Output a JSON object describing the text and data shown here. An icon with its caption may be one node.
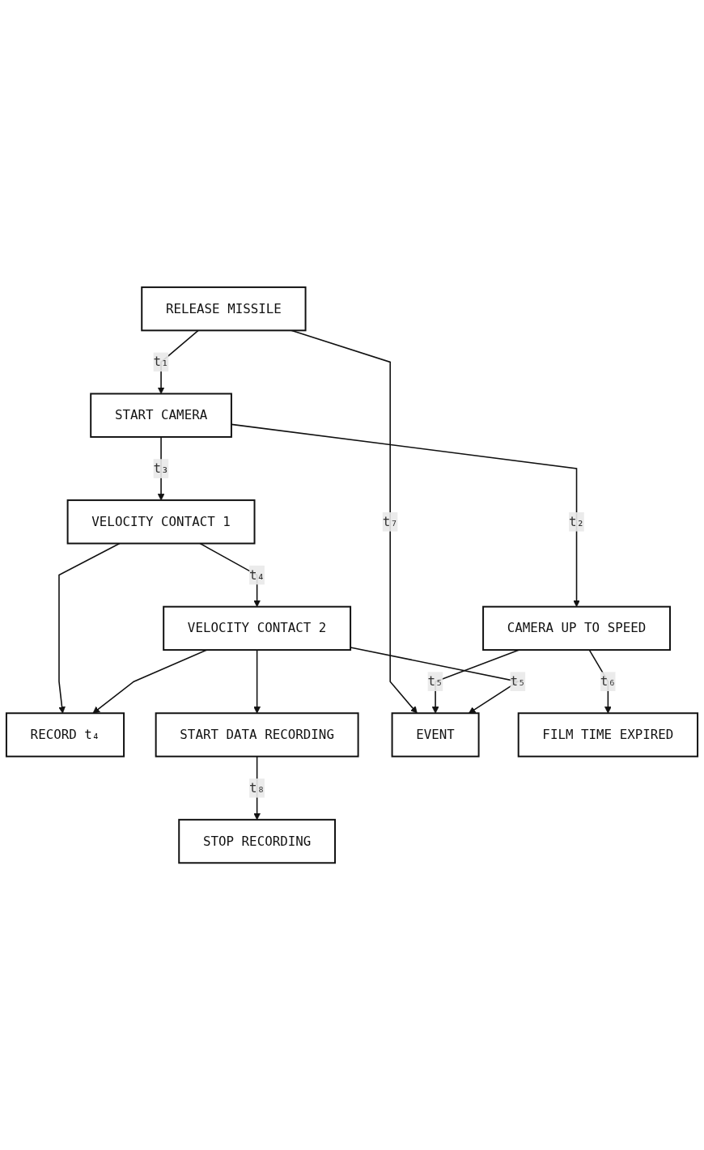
{
  "diagram": {
    "nodes": [
      {
        "text": [
          "RELEASE MISSILE"
        ]
      },
      {
        "text": [
          "START CAMERA"
        ]
      },
      {
        "text": [
          "VELOCITY CONTACT 1"
        ]
      },
      {
        "text": [
          "CAMERA UP TO SPEED"
        ]
      },
      {
        "text": [
          "RECORD t₄"
        ]
      },
      {
        "text": [
          "VELOCITY CONTACT 2"
        ]
      },
      {
        "text": [
          "START DATA RECORDING"
        ]
      },
      {
        "text": [
          "EVENT"
        ]
      },
      {
        "text": [
          "FILM TIME EXPIRED"
        ]
      },
      {
        "text": [
          "STOP RECORDING"
        ]
      }
    ],
    "edges": [
      {
        "from": 0,
        "to": 1,
        "arrow": "to",
        "label": "t₁"
      },
      {
        "from": 1,
        "to": 3,
        "arrow": "to",
        "label": "t₂"
      },
      {
        "from": 1,
        "to": 2,
        "arrow": "to",
        "label": "t₃"
      },
      {
        "from": 0,
        "to": 7,
        "arrow": "to",
        "label": "t₇"
      },
      {
        "from": 2,
        "to": 4,
        "arrow": "to"
      },
      {
        "from": 2,
        "to": 5,
        "arrow": "to",
        "label": "t₄"
      },
      {
        "from": 5,
        "to": 4,
        "arrow": "to"
      },
      {
        "from": 5,
        "to": 6,
        "arrow": "to"
      },
      {
        "from": 3,
        "to": 7,
        "arrow": "to",
        "label": "t₅"
      },
      {
        "from": 5,
        "to": 7,
        "arrow": "to",
        "label": "t₅"
      },
      {
        "from": 3,
        "to": 8,
        "arrow": "to",
        "label": "t₆"
      },
      {
        "from": 6,
        "to": 9,
        "arrow": "to",
        "label": "t₈"
      }
    ]
  }
}
